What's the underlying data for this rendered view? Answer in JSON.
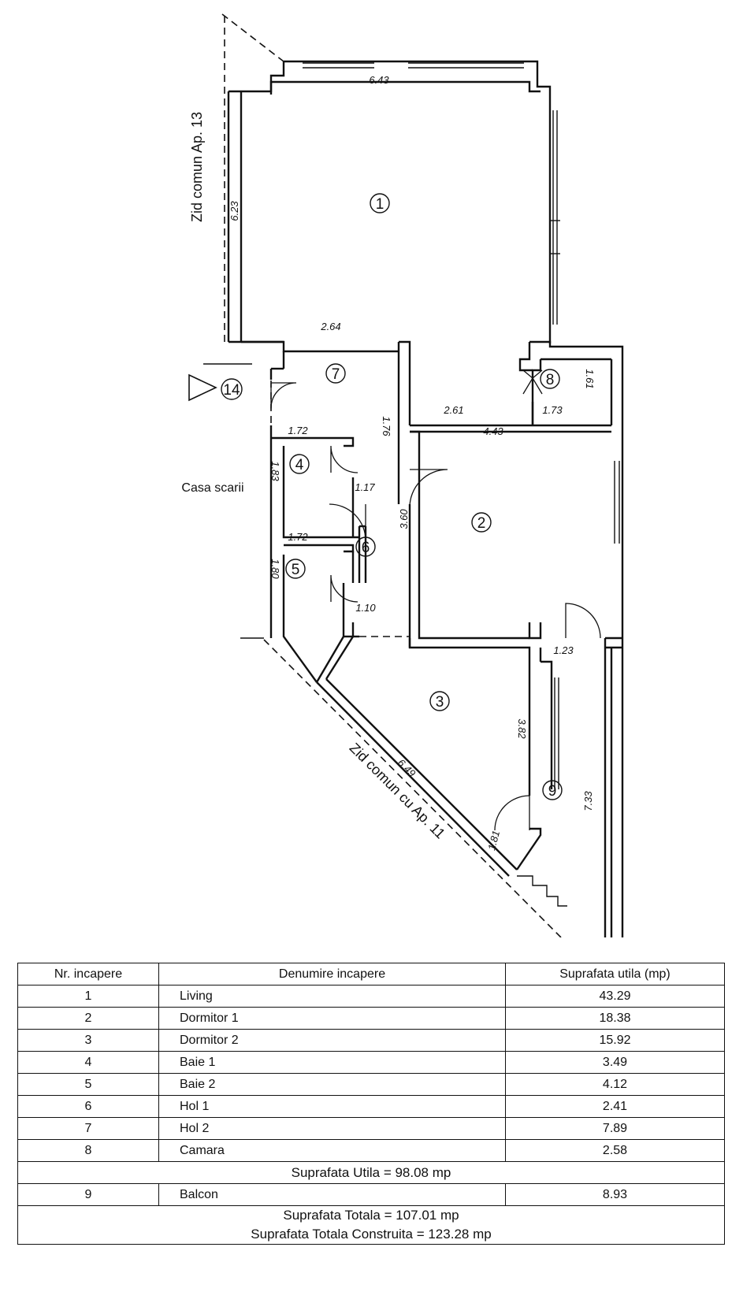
{
  "plan": {
    "label_wall_13": "Zid comun Ap. 13",
    "label_wall_11": "Zid comun cu Ap. 11",
    "label_stairs": "Casa scarii",
    "room_numbers": [
      "1",
      "2",
      "3",
      "4",
      "5",
      "6",
      "7",
      "8",
      "9",
      "14"
    ],
    "dimensions": [
      "6.43",
      "6.23",
      "2.64",
      "1.76",
      "2.61",
      "1.73",
      "1.61",
      "4.43",
      "1.72",
      "1.83",
      "1.17",
      "3.60",
      "1.72",
      "1.80",
      "1.10",
      "1.23",
      "3.82",
      "6.49",
      "1.81",
      "7.33"
    ]
  },
  "table": {
    "headers": [
      "Nr. incapere",
      "Denumire incapere",
      "Suprafata utila (mp)"
    ],
    "rows": [
      {
        "nr": "1",
        "name": "Living",
        "area": "43.29"
      },
      {
        "nr": "2",
        "name": "Dormitor 1",
        "area": "18.38"
      },
      {
        "nr": "3",
        "name": "Dormitor 2",
        "area": "15.92"
      },
      {
        "nr": "4",
        "name": "Baie 1",
        "area": "3.49"
      },
      {
        "nr": "5",
        "name": "Baie 2",
        "area": "4.12"
      },
      {
        "nr": "6",
        "name": "Hol 1",
        "area": "2.41"
      },
      {
        "nr": "7",
        "name": "Hol 2",
        "area": "7.89"
      },
      {
        "nr": "8",
        "name": "Camara",
        "area": "2.58"
      }
    ],
    "useful_total": "Suprafata Utila = 98.08 mp",
    "balcony": {
      "nr": "9",
      "name": "Balcon",
      "area": "8.93"
    },
    "grand_total": "Suprafata Totala = 107.01 mp",
    "built_total": "Suprafata Totala Construita = 123.28 mp"
  }
}
